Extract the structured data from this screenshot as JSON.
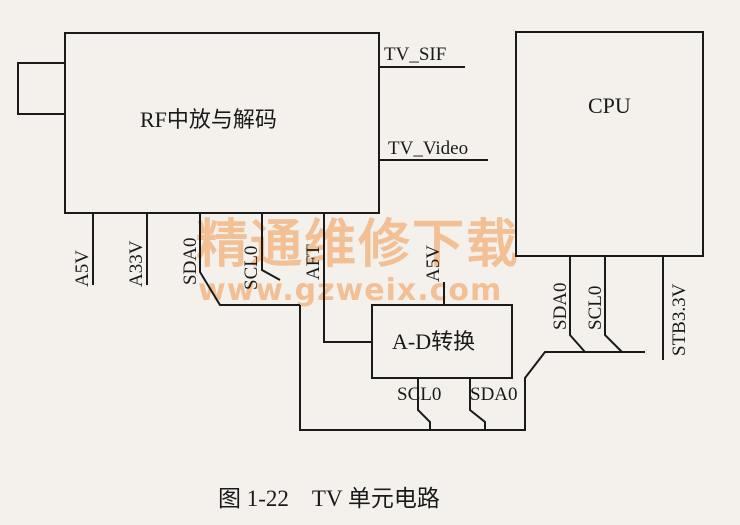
{
  "blocks": {
    "rf_decoder": "RF中放与解码",
    "cpu": "CPU",
    "ad_converter": "A-D转换"
  },
  "signals": {
    "tv_sif": "TV_SIF",
    "tv_video": "TV_Video",
    "a5v": "A5V",
    "a33v": "A33V",
    "rf_sda0": "SDA0",
    "rf_scl0": "SCL0",
    "aft": "AFT",
    "ad_a5v": "A5V",
    "ad_scl0": "SCL0",
    "ad_sda0": "SDA0",
    "cpu_sda0": "SDA0",
    "cpu_scl0": "SCL0",
    "stb33v": "STB3.3V"
  },
  "watermark": {
    "text": "精通维修下载",
    "url": "www.gzweix.com"
  },
  "caption": "图 1-22    TV 单元电路",
  "colors": {
    "line": "#1a1a1a",
    "watermark": "#f3b07a",
    "background": "#f4f1ec"
  }
}
